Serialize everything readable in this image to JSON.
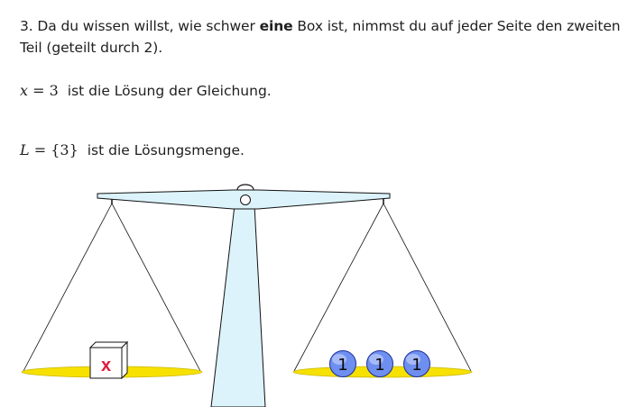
{
  "task": {
    "number": "3.",
    "text_before": " Da du wissen willst, wie schwer ",
    "bold": "eine",
    "text_after": " Box ist, nimmst du auf jeder Seite den zweiten Teil (geteilt durch 2)."
  },
  "solution": {
    "variable": "x",
    "relation": " = ",
    "value": "3",
    "text": "ist die Lösung der Gleichung."
  },
  "solution_set": {
    "symbol": "L",
    "relation": " = ",
    "set": "{3}",
    "text": "ist die Lösungsmenge."
  },
  "scale": {
    "left_pan": {
      "box_label": "x"
    },
    "right_pan": {
      "weights": [
        "1",
        "1",
        "1"
      ]
    },
    "colors": {
      "pan": "#f7e100",
      "pillar": "#dcf3fb",
      "beam": "#dcf3fb",
      "weight": "#6f8ff0",
      "box_label": "#e01a3c"
    }
  }
}
